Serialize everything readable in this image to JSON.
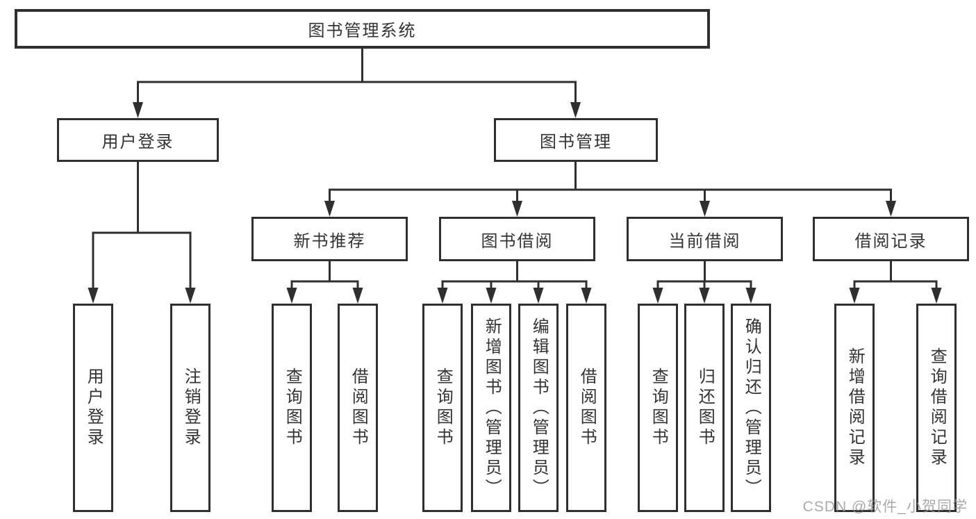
{
  "page": {
    "background": "#ffffff"
  },
  "colors": {
    "line": "#2f2f2f",
    "box_border": "#2f2f2f",
    "text": "#333333",
    "watermark": "#a0a0a0"
  },
  "tree": {
    "label": "图书管理系统",
    "children": [
      {
        "label": "用户登录",
        "children": [
          {
            "label": "用户登录"
          },
          {
            "label": "注销登录"
          }
        ]
      },
      {
        "label": "图书管理",
        "children": [
          {
            "label": "新书推荐",
            "children": [
              {
                "label": "查询图书"
              },
              {
                "label": "借阅图书"
              }
            ]
          },
          {
            "label": "图书借阅",
            "children": [
              {
                "label": "查询图书"
              },
              {
                "label": "新增图书（管理员）"
              },
              {
                "label": "编辑图书（管理员）"
              },
              {
                "label": "借阅图书"
              }
            ]
          },
          {
            "label": "当前借阅",
            "children": [
              {
                "label": "查询图书"
              },
              {
                "label": "归还图书"
              },
              {
                "label": "确认归还（管理员）"
              }
            ]
          },
          {
            "label": "借阅记录",
            "children": [
              {
                "label": "新增借阅记录"
              },
              {
                "label": "查询借阅记录"
              }
            ]
          }
        ]
      }
    ]
  },
  "watermark": {
    "text": "CSDN @软件_小贺同学"
  }
}
